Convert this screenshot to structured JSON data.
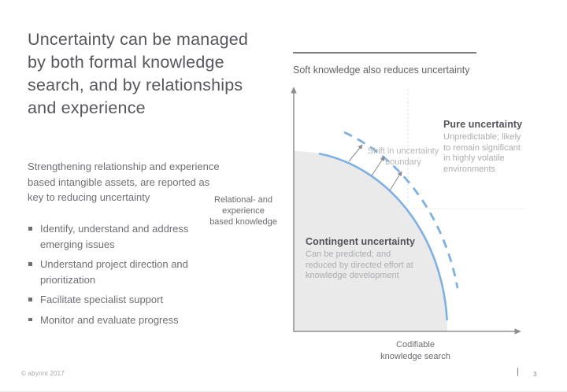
{
  "slide": {
    "title_lines": [
      "Uncertainty can be managed",
      "by both formal knowledge",
      "search, and by relationships",
      "and experience"
    ],
    "intro": "Strengthening relationship and experience based intangible assets, are reported as key to reducing uncertainty",
    "bullets": [
      "Identify, understand and address emerging issues",
      "Understand project direction and prioritization",
      "Facilitate specialist support",
      "Monitor and evaluate progress"
    ]
  },
  "diagram": {
    "heading": "Soft knowledge also reduces uncertainty",
    "y_axis_lines": [
      "Relational- and",
      "experience",
      "based knowledge"
    ],
    "x_axis_lines": [
      "Codifiable",
      "knowledge search"
    ],
    "shift_label_lines": [
      "Shift in uncertainty",
      "boundary"
    ],
    "pure": {
      "title": "Pure uncertainty",
      "desc_lines": [
        "Unpredictable; likely",
        "to remain significant",
        "in highly volatile",
        "environments"
      ]
    },
    "contingent": {
      "title": "Contingent uncertainty",
      "desc_lines": [
        "Can be predicted; and",
        "reduced by directed effort at",
        "knowledge development"
      ]
    },
    "colors": {
      "curve_blue": "#7fb0e2",
      "region_gray": "#eaeaeb",
      "axis_gray": "#8e9093",
      "arrow_gray": "#8a8b8e"
    }
  },
  "footer": {
    "copyright": "© abyrint 2017",
    "divider": "|",
    "page_number": "3"
  }
}
